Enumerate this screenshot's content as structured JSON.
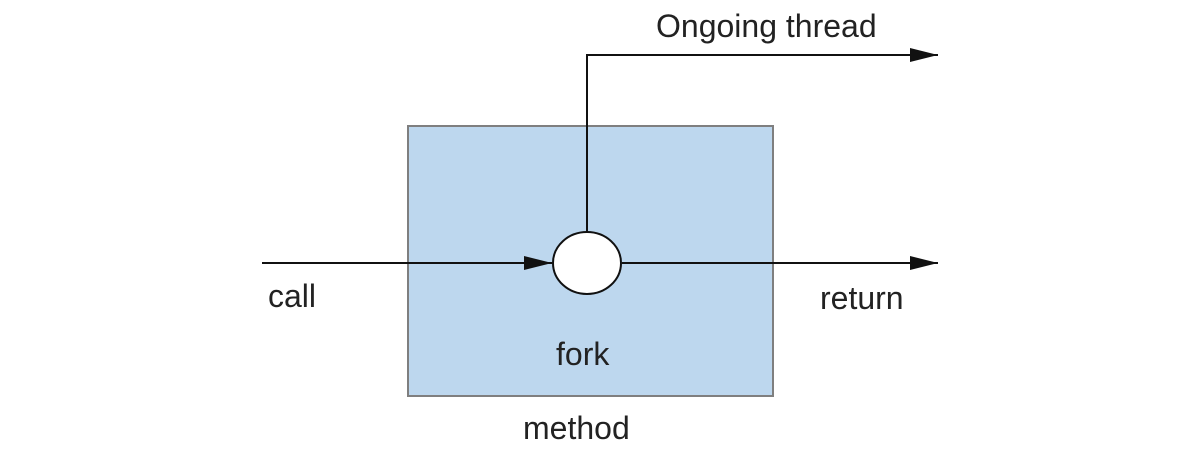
{
  "diagram": {
    "labels": {
      "ongoing_thread": "Ongoing thread",
      "call": "call",
      "return": "return",
      "fork": "fork",
      "method": "method"
    },
    "colors": {
      "box_fill": "#bdd7ee",
      "box_stroke": "#7f7f7f",
      "line": "#111111",
      "node_fill": "#ffffff"
    }
  }
}
